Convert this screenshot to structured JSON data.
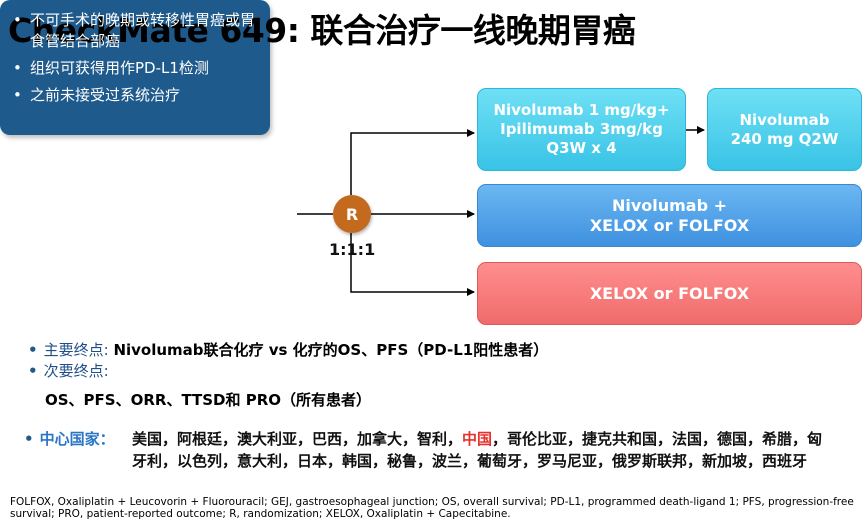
{
  "title": "CheckMate 649: 联合治疗一线晚期胃癌",
  "criteria": [
    "不可手术的晚期或转移性胃癌或胃食管结合部癌",
    "组织可获得用作PD-L1检测",
    "之前未接受过系统治疗"
  ],
  "randomization": {
    "label": "R",
    "ratio": "1:1:1"
  },
  "arms": {
    "arm1": [
      "Nivolumab 1 mg/kg+",
      "Ipilimumab 3mg/kg",
      "Q3W x 4"
    ],
    "arm1_followup": [
      "Nivolumab",
      "240 mg Q2W"
    ],
    "arm2": [
      "Nivolumab +",
      "XELOX or FOLFOX"
    ],
    "arm3": [
      "XELOX or FOLFOX"
    ]
  },
  "endpoints": {
    "primary_label": "主要终点:",
    "primary_text": "Nivolumab联合化疗 vs 化疗的OS、PFS（PD-L1阳性患者）",
    "secondary_label": "次要终点:",
    "secondary_text": "OS、PFS、ORR、TTSD和 PRO（所有患者）"
  },
  "countries": {
    "label": "中心国家：",
    "before_highlight": "美国，阿根廷，澳大利亚，巴西，加拿大，智利，",
    "highlight": "中国",
    "after_highlight": "，哥伦比亚，捷克共和国，法国，德国，希腊，匈牙利，以色列，意大利，日本，韩国，秘鲁，波兰，葡萄牙，罗马尼亚，俄罗斯联邦，新加坡，西班牙"
  },
  "footnote": "FOLFOX, Oxaliplatin + Leucovorin + Fluorouracil; GEJ, gastroesophageal junction; OS, overall survival; PD-L1, programmed death-ligand 1; PFS, progression-free survival; PRO, patient-reported outcome; R, randomization; XELOX, Oxaliplatin + Capecitabine.",
  "colors": {
    "criteria_box": "#1f5a8c",
    "randomization_circle": "#c46a1e",
    "arm1": "#4fd0ee",
    "arm2": "#4f9de6",
    "arm3": "#f47a7a",
    "highlight_country": "#e8312a"
  }
}
